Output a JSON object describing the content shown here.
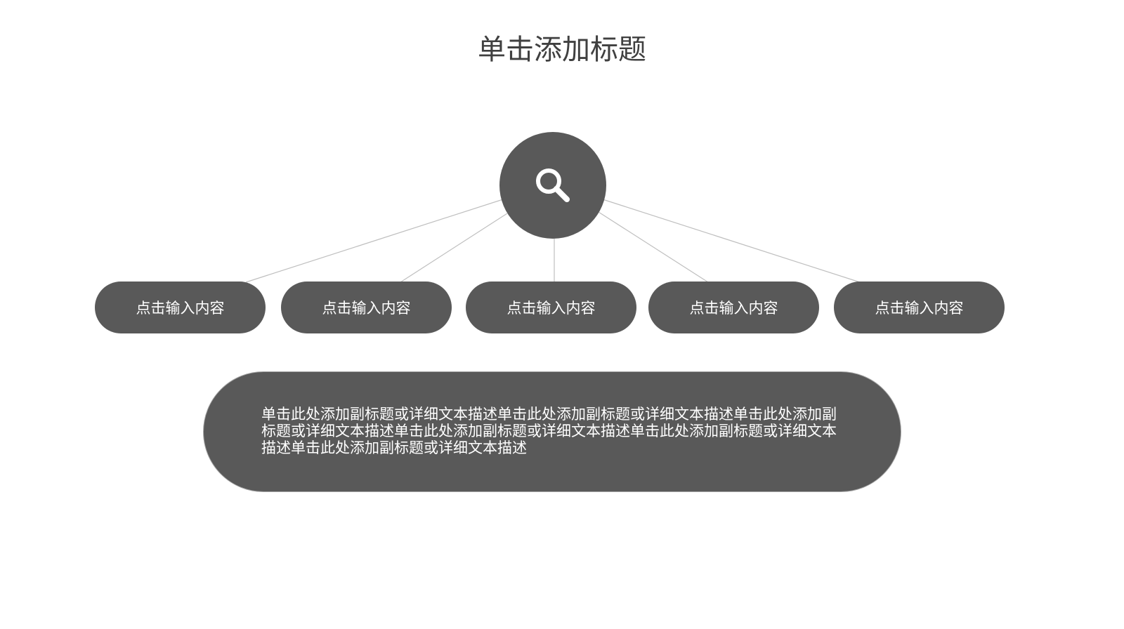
{
  "slide": {
    "title": "单击添加标题",
    "hub": {
      "icon": "search-icon"
    },
    "items": [
      {
        "label": "点击输入内容"
      },
      {
        "label": "点击输入内容"
      },
      {
        "label": "点击输入内容"
      },
      {
        "label": "点击输入内容"
      },
      {
        "label": "点击输入内容"
      }
    ],
    "description": "单击此处添加副标题或详细文本描述单击此处添加副标题或详细文本描述单击此处添加副标题或详细文本描述单击此处添加副标题或详细文本描述单击此处添加副标题或详细文本描述单击此处添加副标题或详细文本描述"
  },
  "colors": {
    "shape_fill": "#595959",
    "text_on_shape": "#ffffff",
    "title": "#404040",
    "connector": "#bfbfbf",
    "box_border": "#a6a6a6"
  }
}
